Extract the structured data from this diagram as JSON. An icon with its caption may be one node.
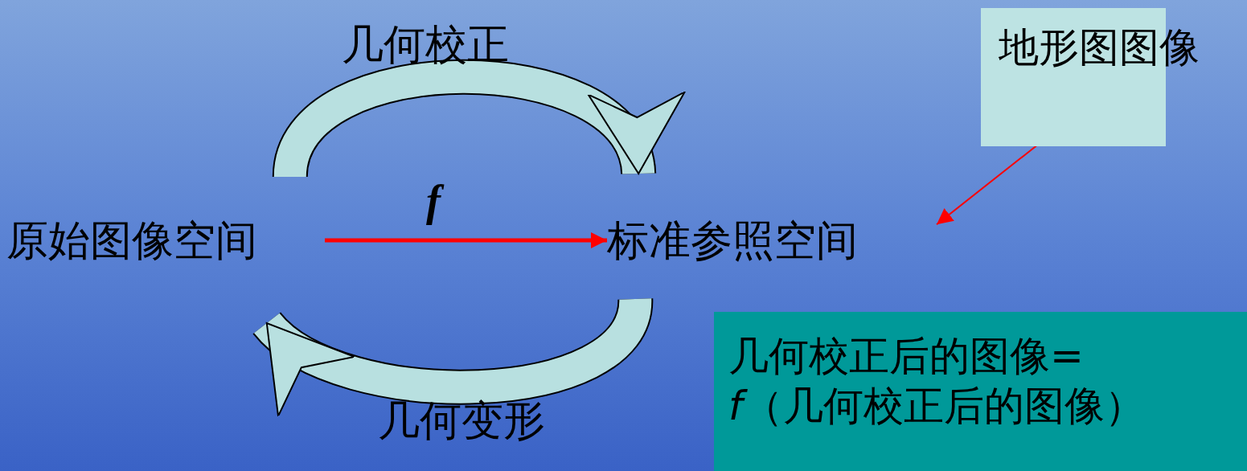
{
  "diagram": {
    "nodes": [
      {
        "text": [
          "原始图像空间"
        ]
      },
      {
        "text": [
          "标准参照空间"
        ]
      },
      {
        "text": [
          "地形图图像"
        ]
      },
      {
        "text": [
          "几何校正后的图像=",
          "*f*（几何校正后的图像）"
        ]
      }
    ],
    "edges": [
      {
        "from": 0,
        "to": 1,
        "arrow": "to",
        "label": "f",
        "color": "#ff0000"
      },
      {
        "from": 0,
        "to": 1,
        "arrow": "to",
        "label": "几何校正",
        "style": "thick",
        "color": "#b8e0e0"
      },
      {
        "from": 1,
        "to": 0,
        "arrow": "to",
        "label": "几何变形",
        "style": "thick",
        "color": "#b8e0e0"
      },
      {
        "from": 2,
        "to": 1,
        "arrow": "to",
        "color": "#ff0000"
      }
    ]
  }
}
